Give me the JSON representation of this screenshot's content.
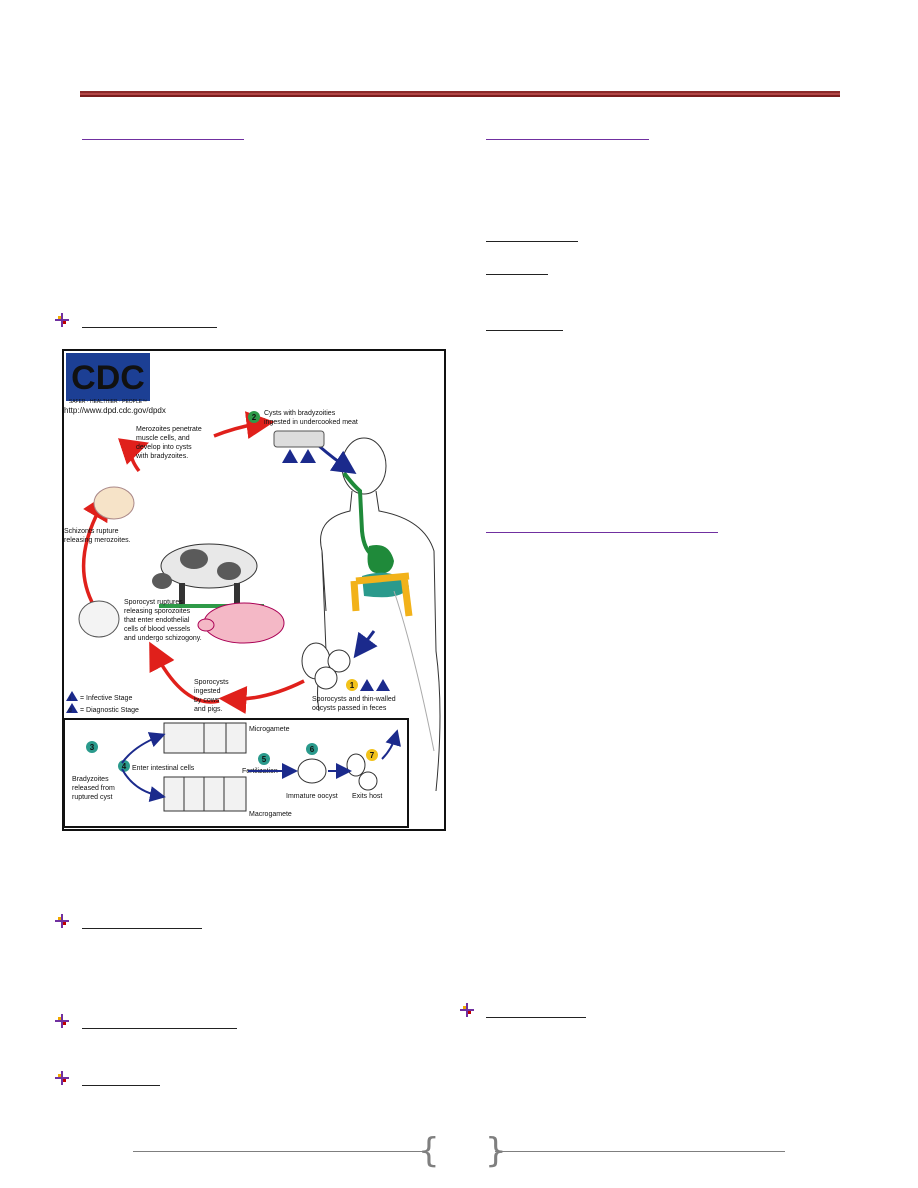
{
  "figure": {
    "logo_text": "CDC",
    "logo_tagline": "SAFER · HEALTHIER · PEOPLE™",
    "url": "http://www.dpd.cdc.gov/dpdx",
    "legend_infective": "= Infective Stage",
    "legend_diagnostic": "= Diagnostic Stage",
    "legend_i": "i",
    "legend_d": "d",
    "steps": {
      "s1": "1",
      "s2": "2",
      "s3": "3",
      "s4": "4",
      "s5": "5",
      "s6": "6",
      "s7": "7"
    },
    "labels": {
      "cysts_l1": "Cysts with bradyzoities",
      "cysts_l2": "ingested in undercooked meat",
      "merozoites_l1": "Merozoites penetrate",
      "merozoites_l2": "muscle cells, and",
      "merozoites_l3": "develop into cysts",
      "merozoites_l4": "with bradyzoites.",
      "schizonts_l1": "Schizonts rupture",
      "schizonts_l2": "releasing merozoites.",
      "sporocyst_l1": "Sporocyst ruptures",
      "sporocyst_l2": "releasing sporozoites",
      "sporocyst_l3": "that enter endothelial",
      "sporocyst_l4": "cells of blood vessels",
      "sporocyst_l5": "and undergo schizogony.",
      "ingested_l1": "Sporocysts",
      "ingested_l2": "ingested",
      "ingested_l3": "by cows",
      "ingested_l4": "and pigs.",
      "passed_l1": "Sporocysts and thin-walled",
      "passed_l2": "oocysts passed in feces",
      "microgamete": "Microgamete",
      "bradyzoites_l1": "Bradyzoites",
      "bradyzoites_l2": "released from",
      "bradyzoites_l3": "ruptured cyst",
      "enter_cells": "Enter intestinal cells",
      "fertilization": "Fertilization",
      "immature_oocyst": "Immature oocyst",
      "exits_host": "Exits host",
      "macrogamete": "Macrogamete"
    }
  },
  "colors": {
    "heading_underline": "#7030a0",
    "header_rule": "#8b2a2a",
    "cycle_arrow": "#e0201b",
    "blue_arrow": "#1b2a8c",
    "step_green": "#2e9a48",
    "step_teal": "#2a9a8c",
    "step_yellow": "#f2c21a"
  }
}
